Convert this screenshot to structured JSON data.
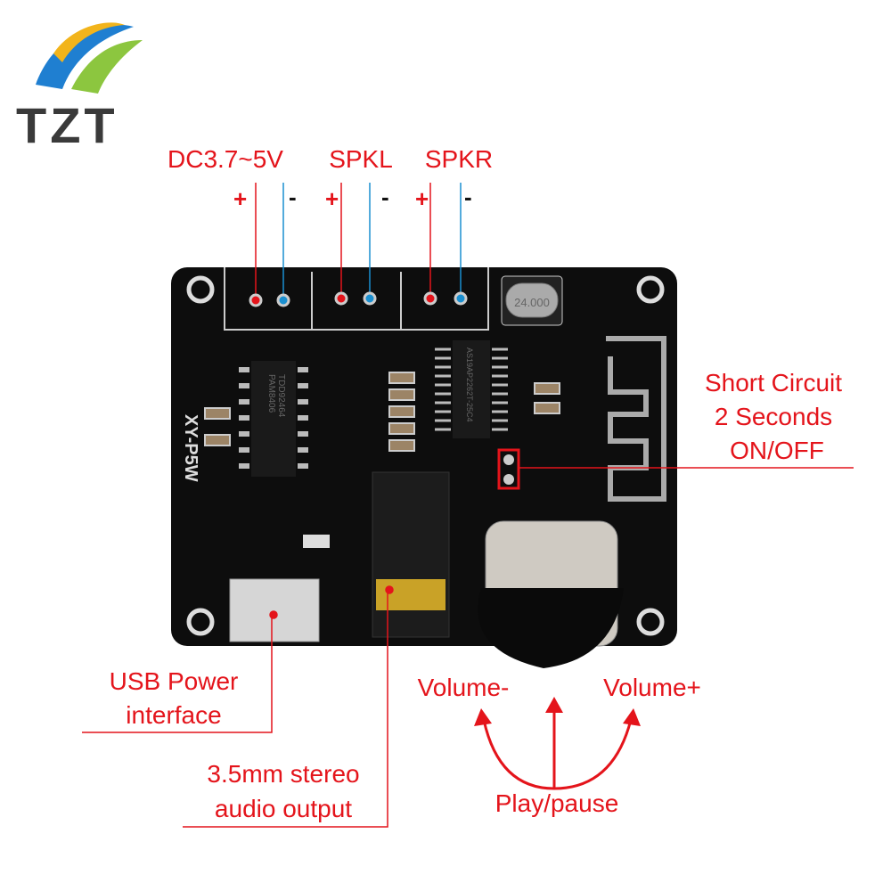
{
  "logo": {
    "text": "TZT"
  },
  "labels": {
    "power": "DC3.7~5V",
    "spkl": "SPKL",
    "spkr": "SPKR",
    "plus": "+",
    "minus": "-",
    "short_circuit": [
      "Short Circuit",
      "2 Seconds",
      "ON/OFF"
    ],
    "usb": [
      "USB Power",
      "interface"
    ],
    "audio": [
      "3.5mm stereo",
      "audio output"
    ],
    "volume_minus": "Volume-",
    "volume_plus": "Volume+",
    "play_pause": "Play/pause"
  },
  "board": {
    "model": "XY-P5W",
    "crystal": "24.000",
    "amp_chip": [
      "PAM8406",
      "TDD92464"
    ],
    "bt_chip": "AS19AP2262T-25C4"
  },
  "colors": {
    "annotation": "#e4141b",
    "negative_wire": "#1a8fd0",
    "board": "#111111"
  }
}
